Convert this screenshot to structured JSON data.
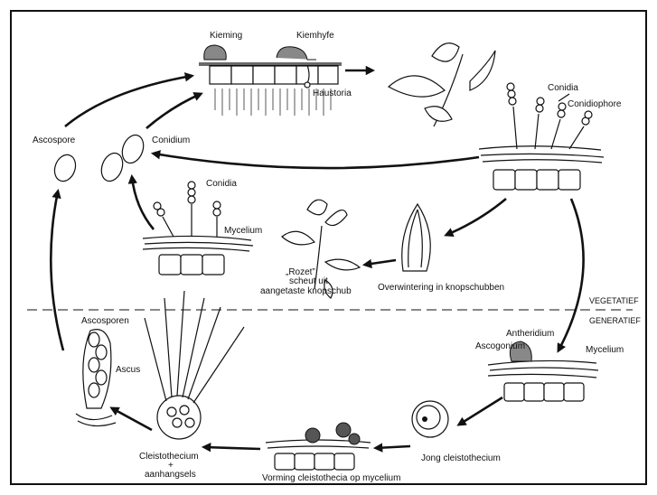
{
  "labels": {
    "kieming": "Kieming",
    "kiemhyfe": "Kiemhyfe",
    "haustoria": "Haustoria",
    "ascospore": "Ascospore",
    "conidium": "Conidium",
    "conidia_top": "Conidia",
    "conidiophore": "Conidiophore",
    "conidia_mid": "Conidia",
    "mycelium_mid": "Mycelium",
    "rozet_1": "„Rozet”",
    "rozet_2": "scheut uit",
    "rozet_3": "aangetaste knopschub",
    "overwintering": "Overwintering in knopschubben",
    "vegetatief": "VEGETATIEF",
    "generatief": "GENERATIEF",
    "ascosporen": "Ascosporen",
    "ascus": "Ascus",
    "antheridium": "Antheridium",
    "ascogonium": "Ascogonium",
    "mycelium_right": "Mycelium",
    "jong_cleistothecium": "Jong cleistothecium",
    "vorming": "Vorming cleistothecia op mycelium",
    "cleisto_1": "Cleistothecium",
    "cleisto_2": "+",
    "cleisto_3": "aanhangsels"
  }
}
